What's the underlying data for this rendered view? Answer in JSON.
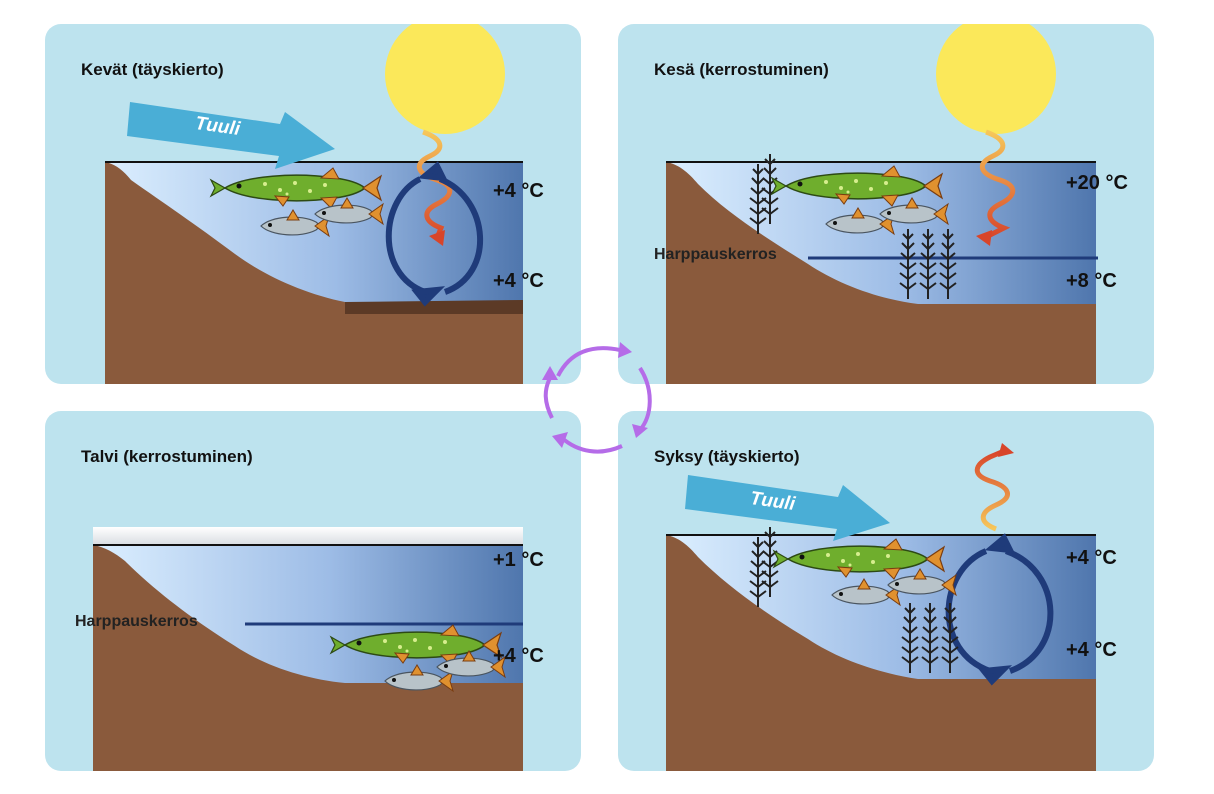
{
  "panels": {
    "spring": {
      "title": "Kevät (täyskierto)",
      "wind_label": "Tuuli",
      "temp_top": "+4 °C",
      "temp_bottom": "+4 °C"
    },
    "summer": {
      "title": "Kesä (kerrostuminen)",
      "layer_label": "Harppauskerros",
      "temp_top": "+20 °C",
      "temp_bottom": "+8 °C"
    },
    "winter": {
      "title": "Talvi (kerrostuminen)",
      "layer_label": "Harppauskerros",
      "temp_top": "+1 °C",
      "temp_bottom": "+4 °C"
    },
    "autumn": {
      "title": "Syksy (täyskierto)",
      "wind_label": "Tuuli",
      "temp_top": "+4 °C",
      "temp_bottom": "+4 °C"
    }
  },
  "colors": {
    "panel_bg": "#bde3ee",
    "wind_arrow": "#4aaed6",
    "sun": "#fbe85a",
    "soil": "#8a5a3c",
    "circulation": "#1f3b7a",
    "cycle_arrows": "#b56ce8",
    "heat_wave": "#e8823a"
  },
  "icons": [
    "sun-icon",
    "wind-arrow-icon",
    "heat-wave-icon",
    "circulation-arrows-icon",
    "pike-fish-icon",
    "roach-fish-icon",
    "water-plant-icon",
    "season-cycle-icon"
  ]
}
